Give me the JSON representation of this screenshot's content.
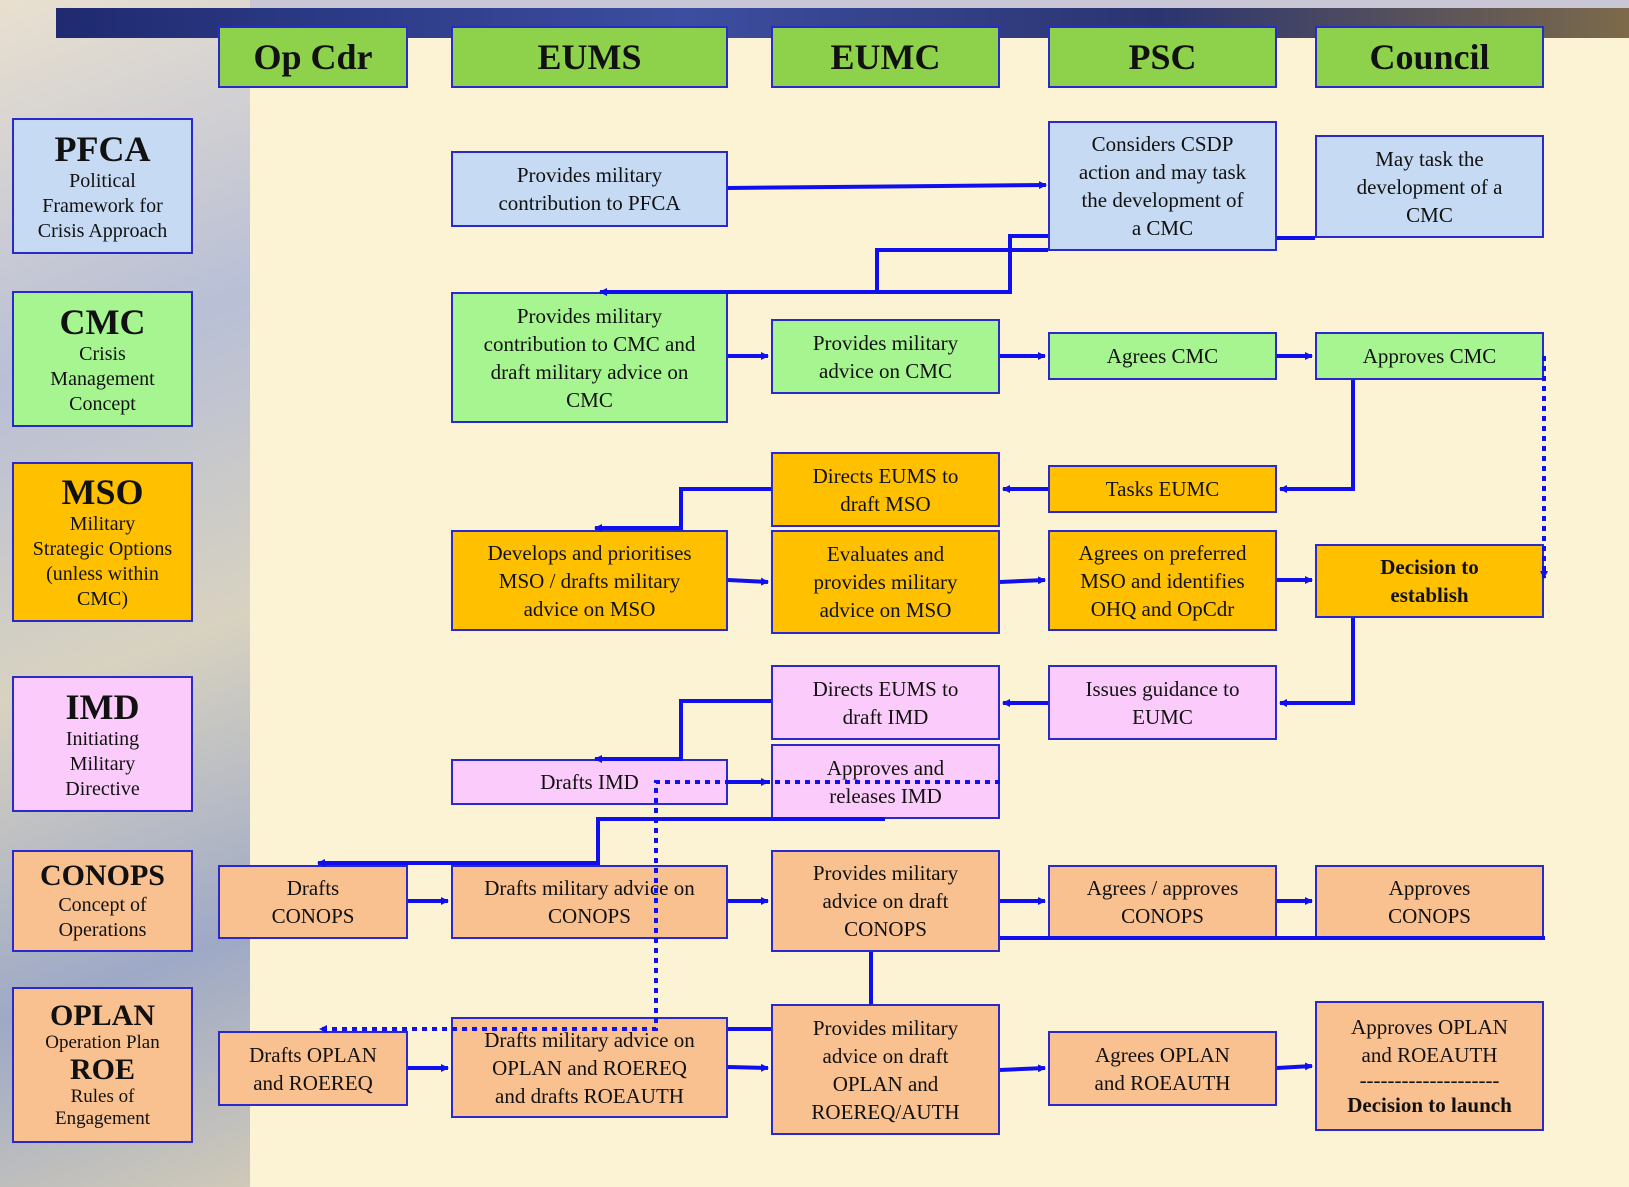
{
  "headers": [
    "Op Cdr",
    "EUMS",
    "EUMC",
    "PSC",
    "Council"
  ],
  "phases": [
    {
      "abbr": "PFCA",
      "full": "Political\nFramework for\nCrisis Approach",
      "color": "#c6dbf3"
    },
    {
      "abbr": "CMC",
      "full": "Crisis\nManagement\nConcept",
      "color": "#a6f590"
    },
    {
      "abbr": "MSO",
      "full": "Military\nStrategic Options\n(unless within\nCMC)",
      "color": "#ffc000"
    },
    {
      "abbr": "IMD",
      "full": "Initiating\nMilitary\nDirective",
      "color": "#fbccfb"
    },
    {
      "abbr": "CONOPS",
      "full": "Concept of\nOperations",
      "color": "#f9c090"
    },
    {
      "abbr": "OPLAN",
      "full": "Operation Plan",
      "abbr2": "ROE",
      "full2": "Rules of\nEngagement",
      "color": "#f9c090"
    }
  ],
  "steps": {
    "pfca_eums": "Provides military\ncontribution to PFCA",
    "pfca_psc": "Considers CSDP\naction and may task\nthe development of\na CMC",
    "pfca_council": "May task the\ndevelopment of  a\nCMC",
    "cmc_eums": "Provides military\ncontribution to CMC and\ndraft military advice on\nCMC",
    "cmc_eumc": "Provides military\nadvice on CMC",
    "cmc_psc": "Agrees CMC",
    "cmc_council": "Approves CMC",
    "mso_eumc_direct": "Directs EUMS to\ndraft MSO",
    "mso_psc_tasks": "Tasks EUMC",
    "mso_eums": "Develops and prioritises\nMSO / drafts military\nadvice on MSO",
    "mso_eumc_eval": "Evaluates and\nprovides military\nadvice on MSO",
    "mso_psc_agree": "Agrees on preferred\nMSO and identifies\nOHQ and OpCdr",
    "mso_council": "Decision to\nestablish",
    "imd_eumc_direct": "Directs EUMS to\ndraft IMD",
    "imd_psc": "Issues guidance to\nEUMC",
    "imd_eums": "Drafts IMD",
    "imd_eumc_approve": "Approves and\nreleases IMD",
    "conops_opcdr": "Drafts\nCONOPS",
    "conops_eums": "Drafts military advice on\nCONOPS",
    "conops_eumc": "Provides military\nadvice on draft\nCONOPS",
    "conops_psc": "Agrees / approves\nCONOPS",
    "conops_council": "Approves\nCONOPS",
    "oplan_opcdr": "Drafts OPLAN\nand ROEREQ",
    "oplan_eums": "Drafts military advice on\nOPLAN and ROEREQ\nand drafts ROEAUTH",
    "oplan_eumc": "Provides military\nadvice on draft\nOPLAN and\nROEREQ/AUTH",
    "oplan_psc": "Agrees  OPLAN\nand ROEAUTH",
    "oplan_council_1": "Approves OPLAN\nand ROEAUTH",
    "oplan_council_sep": "--------------------",
    "oplan_council_2": "Decision to launch"
  },
  "colors": {
    "line": "#1010ee",
    "border": "#2a2acc",
    "header": "#8ed14a"
  }
}
